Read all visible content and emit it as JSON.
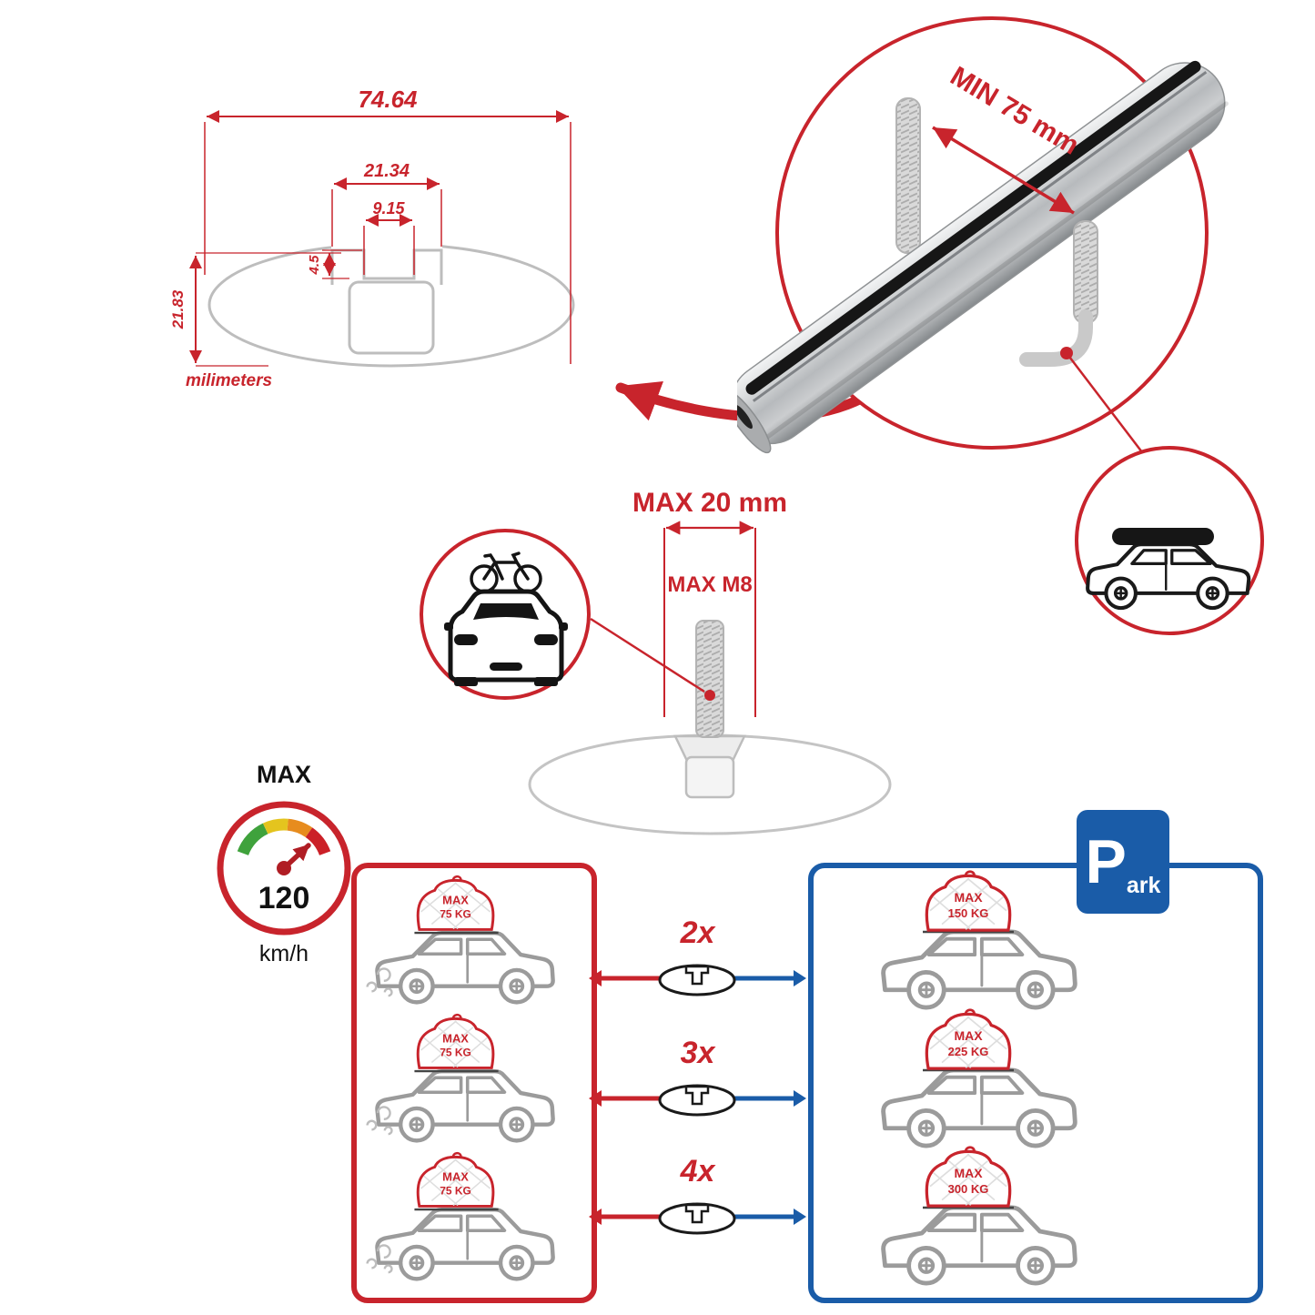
{
  "colors": {
    "red": "#c8242c",
    "blue": "#1a5ca8",
    "gray_line": "#bdbdbd",
    "car_gray": "#9b9b9b"
  },
  "dimension_drawing": {
    "total_width": "74.64",
    "channel_outer_width": "21.34",
    "channel_inner_width": "9.15",
    "step_depth": "4.5",
    "total_height": "21.83",
    "units": "milimeters"
  },
  "clamp_detail": {
    "min_clearance": "MIN 75 mm"
  },
  "bolt_detail": {
    "max_width": "MAX 20 mm",
    "max_thread": "MAX M8"
  },
  "speedometer": {
    "label": "MAX",
    "value": "120",
    "unit": "km/h"
  },
  "left_panel": {
    "cars": [
      {
        "max": "MAX",
        "load": "75 KG"
      },
      {
        "max": "MAX",
        "load": "75 KG"
      },
      {
        "max": "MAX",
        "load": "75 KG"
      }
    ]
  },
  "right_panel": {
    "sign_p": "P",
    "sign_rest": "ark",
    "cars": [
      {
        "max": "MAX",
        "load": "150 KG"
      },
      {
        "max": "MAX",
        "load": "225 KG"
      },
      {
        "max": "MAX",
        "load": "300 KG"
      }
    ]
  },
  "crossbar_rows": [
    {
      "count": "2x"
    },
    {
      "count": "3x"
    },
    {
      "count": "4x"
    }
  ]
}
